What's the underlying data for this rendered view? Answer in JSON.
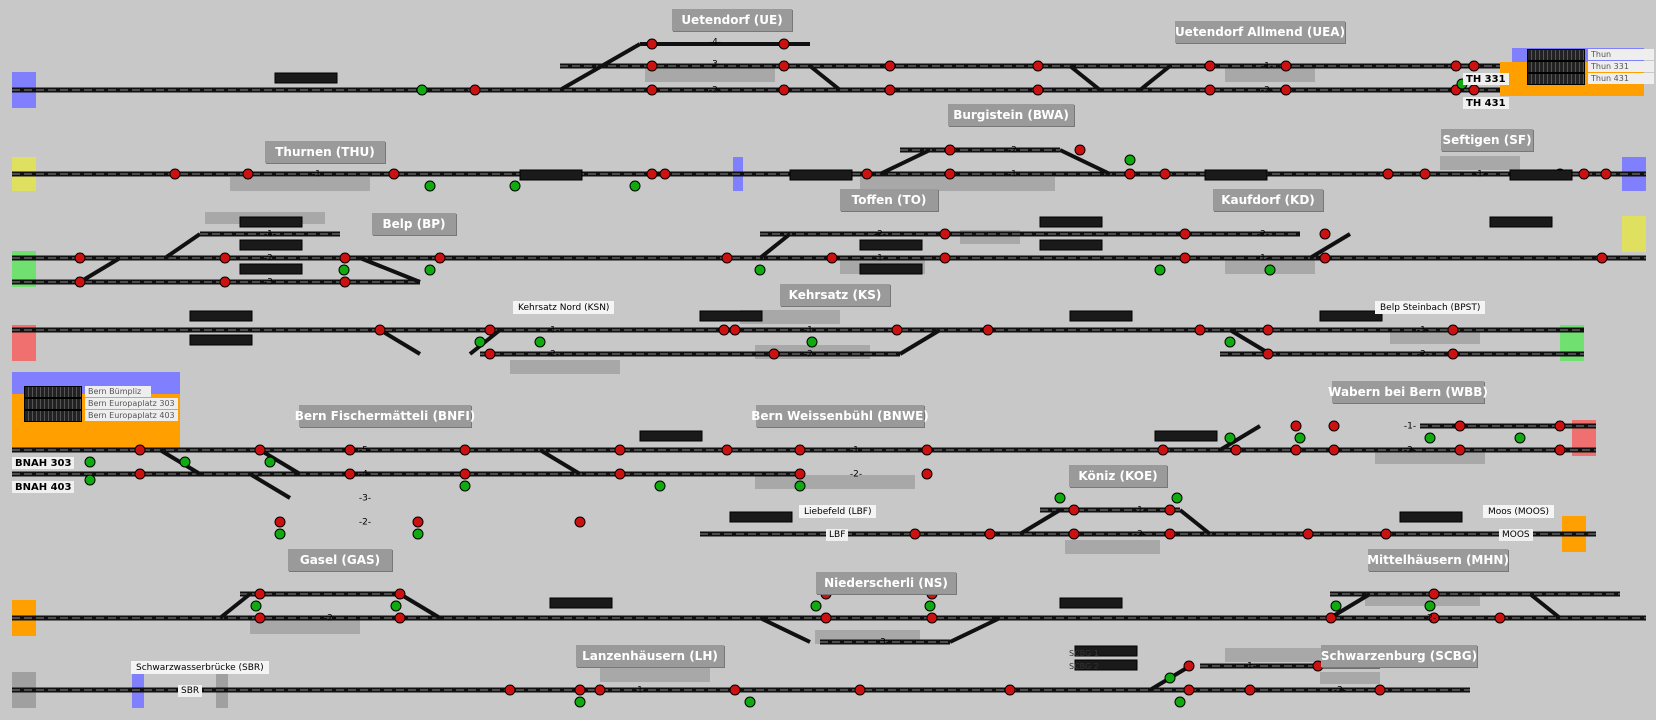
{
  "stations": [
    {
      "id": "ue",
      "label": "Uetendorf (UE)"
    },
    {
      "id": "uea",
      "label": "Uetendorf Allmend (UEA)"
    },
    {
      "id": "bwa",
      "label": "Burgistein (BWA)"
    },
    {
      "id": "thu",
      "label": "Thurnen (THU)"
    },
    {
      "id": "sf",
      "label": "Seftigen (SF)"
    },
    {
      "id": "to",
      "label": "Toffen (TO)"
    },
    {
      "id": "kd",
      "label": "Kaufdorf (KD)"
    },
    {
      "id": "bp",
      "label": "Belp (BP)"
    },
    {
      "id": "ks",
      "label": "Kehrsatz (KS)"
    },
    {
      "id": "bnfi",
      "label": "Bern Fischermätteli (BNFI)"
    },
    {
      "id": "bnwe",
      "label": "Bern Weissenbühl (BNWE)"
    },
    {
      "id": "wbb",
      "label": "Wabern bei Bern (WBB)"
    },
    {
      "id": "koe",
      "label": "Köniz (KOE)"
    },
    {
      "id": "gas",
      "label": "Gasel (GAS)"
    },
    {
      "id": "ns",
      "label": "Niederscherli (NS)"
    },
    {
      "id": "mhn",
      "label": "Mittelhäusern (MHN)"
    },
    {
      "id": "lh",
      "label": "Lanzenhäusern (LH)"
    },
    {
      "id": "scbg",
      "label": "Schwarzenburg (SCBG)"
    }
  ],
  "small_labels": {
    "ksn": "Kehrsatz Nord (KSN)",
    "bpst": "Belp Steinbach (BPST)",
    "lbf": "Liebefeld (LBF)",
    "moos": "Moos (MOOS)",
    "sbr": "Schwarzwasserbrücke (SBR)"
  },
  "track_tags": {
    "th331": "TH 331",
    "th431": "TH 431",
    "bnah303": "BNAH 303",
    "bnah403": "BNAH 403",
    "lbf": "LBF",
    "moos": "MOOS",
    "sbr": "SBR",
    "scbg1": "SCBG 1",
    "scbg2": "SCBG 2"
  },
  "legends": {
    "thun": [
      "Thun",
      "Thun 331",
      "Thun 431"
    ],
    "bern": [
      "Bern Bümpliz",
      "Bern Europaplatz 303",
      "Bern Europaplatz 403"
    ]
  },
  "track_numbers": {
    "one": "-1-",
    "two": "-2-",
    "three": "-3-",
    "four": "-4-",
    "five": "-5-"
  },
  "colors": {
    "background": "#c8c8c8",
    "track": "#101010",
    "signal_red": "#cc1111",
    "signal_green": "#11aa11",
    "blue_zone": "#8080ff",
    "yellow_zone": "#e0e060",
    "orange_zone": "#ffa000",
    "red_zone": "#f07070",
    "green_zone": "#70e070",
    "grey_zone": "#a0a0a0"
  }
}
